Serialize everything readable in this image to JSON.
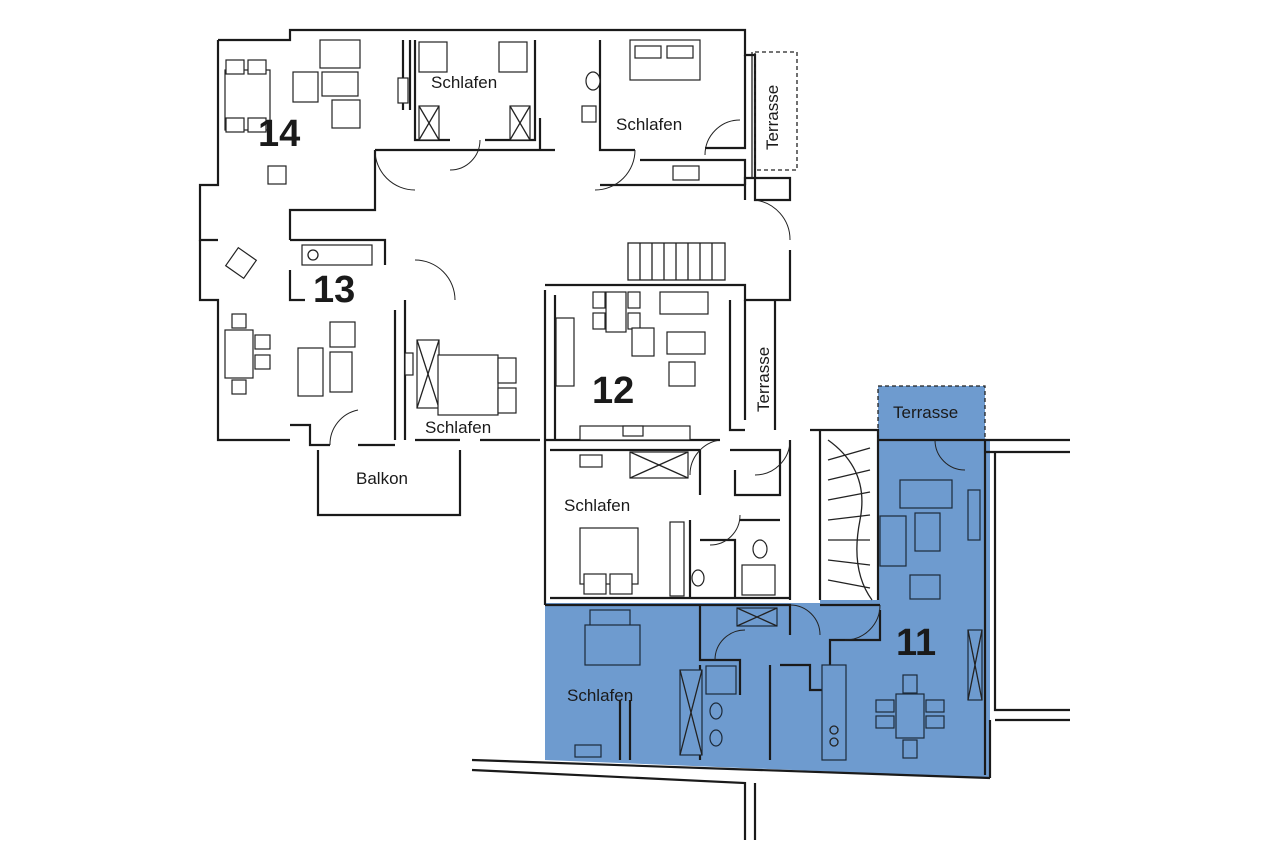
{
  "plan": {
    "highlight_color": "#6e9bcf",
    "line_color": "#1a1a1a",
    "background": "#ffffff",
    "units": [
      {
        "id": "14",
        "label": "14"
      },
      {
        "id": "13",
        "label": "13"
      },
      {
        "id": "12",
        "label": "12"
      },
      {
        "id": "11",
        "label": "11",
        "highlighted": true
      }
    ],
    "rooms": {
      "u14_schlafen_1": "Schlafen",
      "u14_schlafen_2": "Schlafen",
      "u14_terrasse": "Terrasse",
      "u13_schlafen": "Schlafen",
      "u13_balkon": "Balkon",
      "u12_terrasse": "Terrasse",
      "u12_schlafen": "Schlafen",
      "u11_terrasse": "Terrasse",
      "u11_schlafen": "Schlafen"
    }
  }
}
